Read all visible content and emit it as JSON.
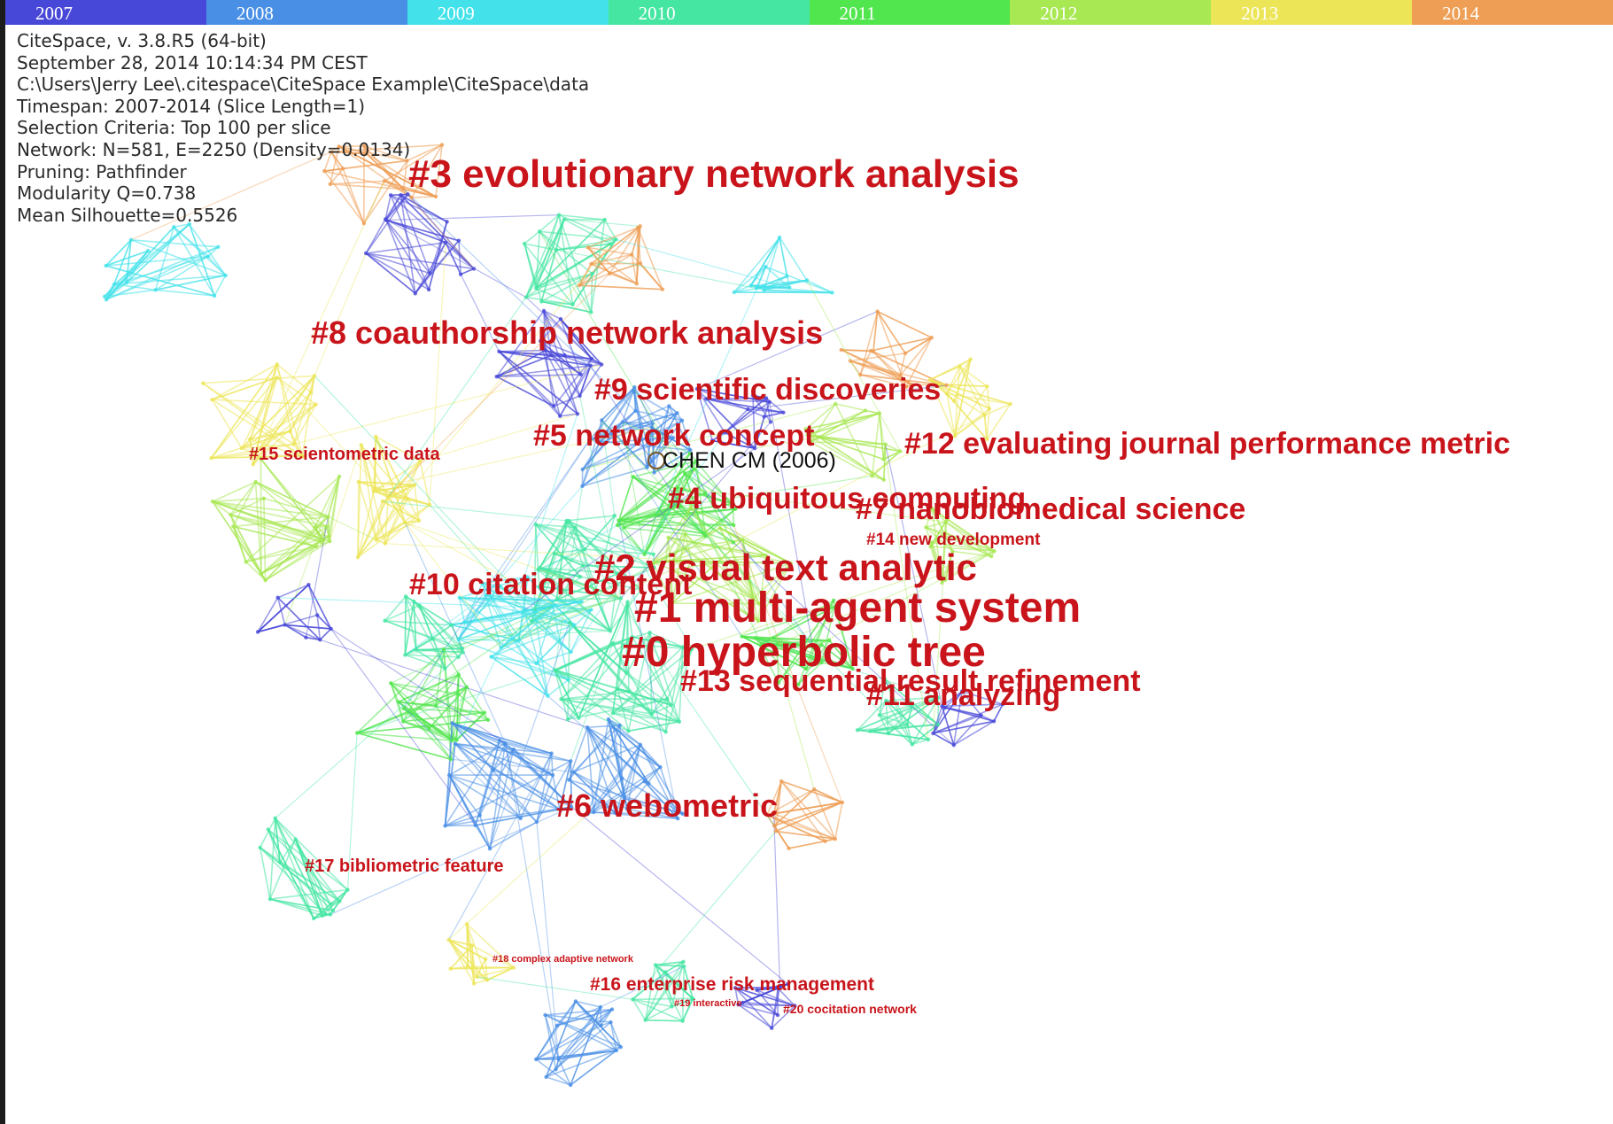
{
  "year_bar": [
    {
      "year": "2007",
      "color": "#4848d8"
    },
    {
      "year": "2008",
      "color": "#4a8fe6"
    },
    {
      "year": "2009",
      "color": "#43e2ea"
    },
    {
      "year": "2010",
      "color": "#45e6a2"
    },
    {
      "year": "2011",
      "color": "#52e64e"
    },
    {
      "year": "2012",
      "color": "#a8e852"
    },
    {
      "year": "2013",
      "color": "#ece558"
    },
    {
      "year": "2014",
      "color": "#ee9e55"
    }
  ],
  "info_lines": [
    "CiteSpace, v. 3.8.R5 (64-bit)",
    "September 28, 2014 10:14:34 PM CEST",
    "C:\\Users\\Jerry Lee\\.citespace\\CiteSpace Example\\CiteSpace\\data",
    "Timespan: 2007-2014 (Slice Length=1)",
    "Selection Criteria: Top 100 per slice",
    "Network: N=581, E=2250 (Density=0.0134)",
    "Pruning: Pathfinder",
    "Modularity Q=0.738",
    "Mean Silhouette=0.5526"
  ],
  "clusters": [
    {
      "id": "cluster-3",
      "text": "#3  evolutionary network analysis"
    },
    {
      "id": "cluster-8",
      "text": "#8  coauthorship network analysis"
    },
    {
      "id": "cluster-9",
      "text": "#9  scientific discoveries"
    },
    {
      "id": "cluster-5",
      "text": "#5  network concept"
    },
    {
      "id": "cluster-12",
      "text": "#12  evaluating journal performance metric"
    },
    {
      "id": "cluster-15",
      "text": "#15  scientometric data"
    },
    {
      "id": "cluster-4",
      "text": "#4  ubiquitous computing"
    },
    {
      "id": "cluster-7",
      "text": "#7  nanobiomedical science"
    },
    {
      "id": "cluster-14",
      "text": "#14  new development"
    },
    {
      "id": "cluster-2",
      "text": "#2  visual text analytic"
    },
    {
      "id": "cluster-10",
      "text": "#10  citation content"
    },
    {
      "id": "cluster-1",
      "text": "#1  multi-agent system"
    },
    {
      "id": "cluster-0",
      "text": "#0  hyperbolic tree"
    },
    {
      "id": "cluster-13",
      "text": "#13  sequential result refinement"
    },
    {
      "id": "cluster-11",
      "text": "#11  analyzing"
    },
    {
      "id": "cluster-6",
      "text": "#6  webometric"
    },
    {
      "id": "cluster-17",
      "text": "#17  bibliometric feature"
    },
    {
      "id": "cluster-18",
      "text": "#18  complex adaptive network"
    },
    {
      "id": "cluster-16",
      "text": "#16  enterprise risk management"
    },
    {
      "id": "cluster-19",
      "text": "#19  interactive"
    },
    {
      "id": "cluster-20",
      "text": "#20  cocitation network"
    }
  ],
  "node_label": "CHEN CM (2006)"
}
